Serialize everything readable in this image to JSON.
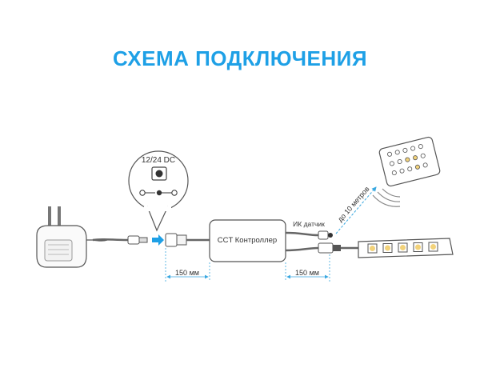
{
  "title": "СХЕМА ПОДКЛЮЧЕНИЯ",
  "labels": {
    "voltage": "12/24 DC",
    "controller": "CCT Контроллер",
    "ir_sensor": "ИК датчик",
    "distance_remote": "до 10 метров",
    "dim_left": "150 мм",
    "dim_right": "150 мм"
  },
  "colors": {
    "title": "#1ea0e6",
    "arrow": "#1ea0e6",
    "dimension": "#3aa8e0",
    "outline": "#555555",
    "led": "#f2d27a"
  },
  "icons": [
    "power-adapter-icon",
    "dc-jack-icon",
    "controller-icon",
    "ir-sensor-icon",
    "remote-control-icon",
    "led-strip-icon"
  ]
}
